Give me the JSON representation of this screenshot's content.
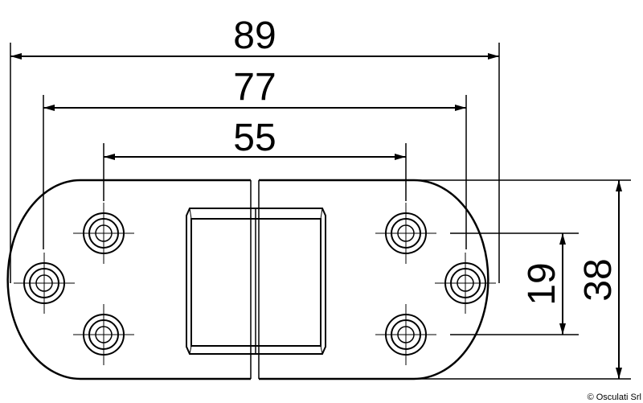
{
  "dimensions": {
    "overall_length": "89",
    "screw_span_outer": "77",
    "screw_span_inner": "55",
    "hole_spacing_vertical": "19",
    "overall_height": "38"
  },
  "copyright": "© Osculati Srl"
}
